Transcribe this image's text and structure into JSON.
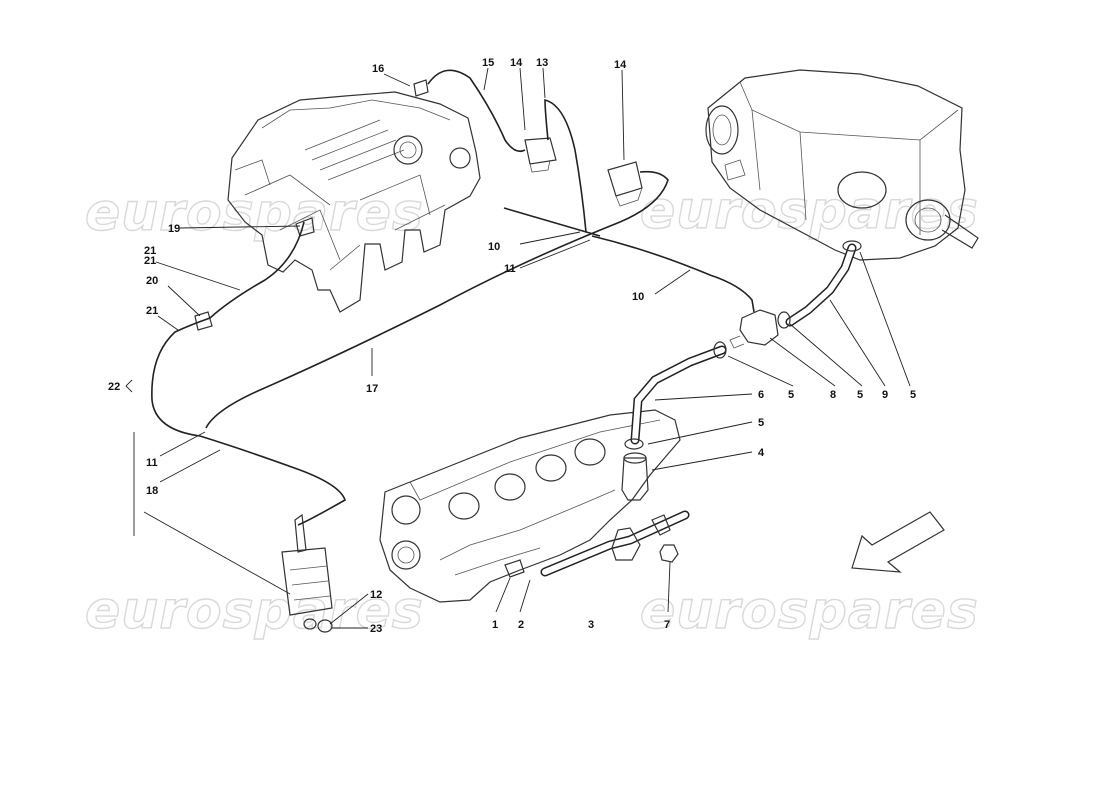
{
  "watermarks": [
    "eurospares",
    "eurospares",
    "eurospares",
    "eurospares"
  ],
  "labels": {
    "l16": "16",
    "l15": "15",
    "l14a": "14",
    "l13": "13",
    "l14b": "14",
    "l19": "19",
    "l21a": "21",
    "l21b": "21",
    "l20": "20",
    "l21c": "21",
    "l10a": "10",
    "l11a": "11",
    "l10b": "10",
    "l17": "17",
    "l22": "22",
    "l11b": "11",
    "l18": "18",
    "l6": "6",
    "l5a": "5",
    "l8": "8",
    "l5b": "5",
    "l9": "9",
    "l5c": "5",
    "l5d": "5",
    "l4": "4",
    "l12": "12",
    "l23": "23",
    "l1": "1",
    "l2": "2",
    "l3": "3",
    "l7": "7"
  },
  "icons": {
    "direction_arrow": "arrow-down-left-icon"
  }
}
